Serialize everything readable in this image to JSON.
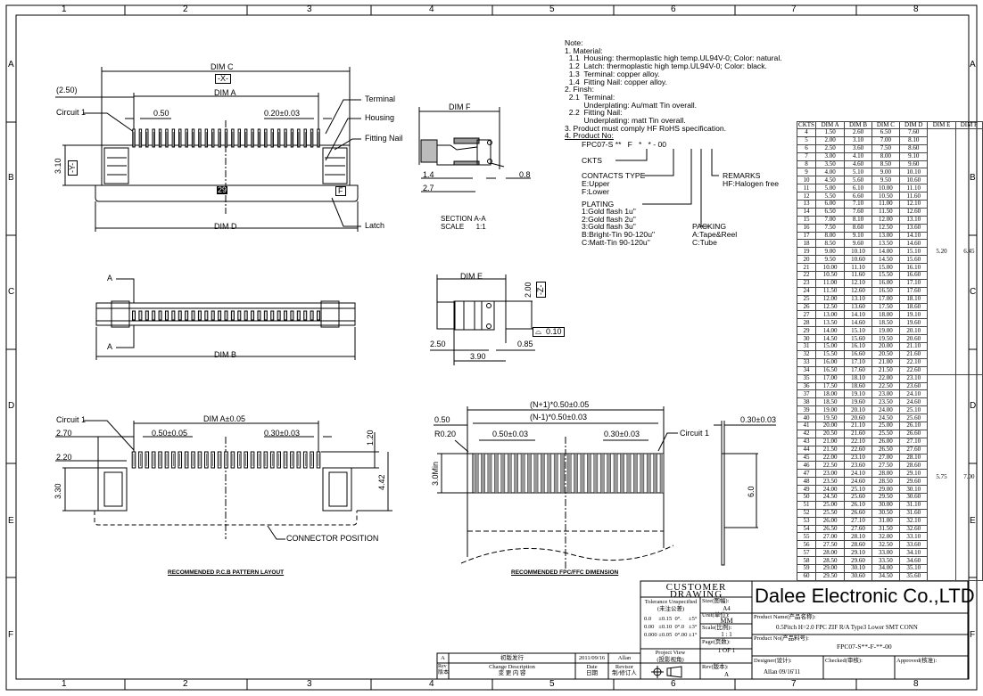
{
  "frame": {
    "columns": [
      "1",
      "2",
      "3",
      "4",
      "5",
      "6",
      "7",
      "8"
    ],
    "rows": [
      "A",
      "B",
      "C",
      "D",
      "E",
      "F"
    ]
  },
  "notes": {
    "lines": [
      "Note:",
      "1. Material:",
      "  1.1  Housing: thermoplastic high temp.UL94V-0; Color: natural.",
      "  1.2  Latch: thermoplastic high temp.UL94V-0; Color: black.",
      "  1.3  Terminal: copper alloy.",
      "  1.4  Fitting Nail: copper alloy.",
      "2. Finsh:",
      "  2.1  Terminal:",
      "         Underplating: Au/matt Tin overall.",
      "  2.2  Fitting Nail:",
      "         Underplating: matt Tin overall.",
      "3. Product must comply HF RoHS specification.",
      "4. Product No:"
    ],
    "part_code": "FPC07-S **   F   *   * - 00",
    "ckts": "CKTS",
    "contacts_type": "CONTACTS TYPE",
    "contacts_options": [
      "E:Upper",
      "F:Lower"
    ],
    "plating": "PLATING",
    "plating_options": [
      "1:Gold flash 1u\"",
      "2:Gold flash 2u\"",
      "3:Gold flash 3u\"",
      "B:Bright-Tin 90-120u\"",
      "C:Matt-Tin 90-120u\""
    ],
    "packing": "PACKING",
    "packing_options": [
      "A:Tape&Reel",
      "C:Tube"
    ],
    "remarks": "REMARKS",
    "remarks_options": [
      "HF:Halogen free"
    ]
  },
  "top_view": {
    "dim_c": "DIM C",
    "datum_x": "-X-",
    "ref_250": "(2.50)",
    "dim_a": "DIM A",
    "circuit1": "Circuit 1",
    "pitch": "0.50",
    "width": "0.20±0.03",
    "terminal": "Terminal",
    "housing": "Housing",
    "fitting_nail": "Fitting Nail",
    "latch": "Latch",
    "dim_d": "DIM D",
    "height": "3.10",
    "datum_y": "-Y-",
    "ckt_mark": "29",
    "type_mark": "F"
  },
  "section_view": {
    "dim_f": "DIM F",
    "d14": "1.4",
    "d27": "2.7",
    "d08": "0.8",
    "title": "SECTION  A-A",
    "scale": "SCALE      1:1"
  },
  "bottom_view": {
    "a_top": "A",
    "a_bottom": "A",
    "dim_b": "DIM B"
  },
  "side_view": {
    "dim_e": "DIM E",
    "d200": "2.00",
    "datum_z": "-Z-",
    "flatness": "0.10",
    "d250": "2.50",
    "d085": "0.85",
    "d390": "3.90"
  },
  "pcb_layout": {
    "circuit1": "Circuit 1",
    "dim_a": "DIM A±0.05",
    "d270": "2.70",
    "pitch": "0.50±0.05",
    "pad": "0.30±0.03",
    "d220": "2.20",
    "d120": "1.20",
    "d442": "4.42",
    "d330": "3.30",
    "connector_position": "CONNECTOR POSITION",
    "title": "RECOMMENDED P.C.B PATTERN LAYOUT"
  },
  "fpc": {
    "overall": "(N+1)*0.50±0.05",
    "span": "(N-1)*0.50±0.03",
    "edge": "0.50",
    "radius": "R0.20",
    "pitch": "0.50±0.03",
    "width": "0.30±0.03",
    "circuit1": "Circuit 1",
    "min": "3.0Min",
    "length": "6.0",
    "thickness": "0.30±0.03",
    "title": "RECOMMENDED FPC/FFC DIMENSION"
  },
  "dim_table": {
    "headers": [
      "CKTS",
      "DIM A",
      "DIM B",
      "DIM C",
      "DIM D",
      "DIM E",
      "DIM F"
    ],
    "groups": [
      {
        "from": 4,
        "to": 34,
        "dim_e": "5.20",
        "dim_f": "6.45"
      },
      {
        "from": 35,
        "to": 60,
        "dim_e": "5.75",
        "dim_f": "7.00"
      }
    ],
    "rows": [
      [
        "4",
        "1.50",
        "2.60",
        "6.50",
        "7.60"
      ],
      [
        "5",
        "2.00",
        "3.10",
        "7.00",
        "8.10"
      ],
      [
        "6",
        "2.50",
        "3.60",
        "7.50",
        "8.60"
      ],
      [
        "7",
        "3.00",
        "4.10",
        "8.00",
        "9.10"
      ],
      [
        "8",
        "3.50",
        "4.60",
        "8.50",
        "9.60"
      ],
      [
        "9",
        "4.00",
        "5.10",
        "9.00",
        "10.10"
      ],
      [
        "10",
        "4.50",
        "5.60",
        "9.50",
        "10.60"
      ],
      [
        "11",
        "5.00",
        "6.10",
        "10.00",
        "11.10"
      ],
      [
        "12",
        "5.50",
        "6.60",
        "10.50",
        "11.60"
      ],
      [
        "13",
        "6.00",
        "7.10",
        "11.00",
        "12.10"
      ],
      [
        "14",
        "6.50",
        "7.60",
        "11.50",
        "12.60"
      ],
      [
        "15",
        "7.00",
        "8.10",
        "12.00",
        "13.10"
      ],
      [
        "16",
        "7.50",
        "8.60",
        "12.50",
        "13.60"
      ],
      [
        "17",
        "8.00",
        "9.10",
        "13.00",
        "14.10"
      ],
      [
        "18",
        "8.50",
        "9.60",
        "13.50",
        "14.60"
      ],
      [
        "19",
        "9.00",
        "10.10",
        "14.00",
        "15.10"
      ],
      [
        "20",
        "9.50",
        "10.60",
        "14.50",
        "15.60"
      ],
      [
        "21",
        "10.00",
        "11.10",
        "15.00",
        "16.10"
      ],
      [
        "22",
        "10.50",
        "11.60",
        "15.50",
        "16.60"
      ],
      [
        "23",
        "11.00",
        "12.10",
        "16.00",
        "17.10"
      ],
      [
        "24",
        "11.50",
        "12.60",
        "16.50",
        "17.60"
      ],
      [
        "25",
        "12.00",
        "13.10",
        "17.00",
        "18.10"
      ],
      [
        "26",
        "12.50",
        "13.60",
        "17.50",
        "18.60"
      ],
      [
        "27",
        "13.00",
        "14.10",
        "18.00",
        "19.10"
      ],
      [
        "28",
        "13.50",
        "14.60",
        "18.50",
        "19.60"
      ],
      [
        "29",
        "14.00",
        "15.10",
        "19.00",
        "20.10"
      ],
      [
        "30",
        "14.50",
        "15.60",
        "19.50",
        "20.60"
      ],
      [
        "31",
        "15.00",
        "16.10",
        "20.00",
        "21.10"
      ],
      [
        "32",
        "15.50",
        "16.60",
        "20.50",
        "21.60"
      ],
      [
        "33",
        "16.00",
        "17.10",
        "21.00",
        "22.10"
      ],
      [
        "34",
        "16.50",
        "17.60",
        "21.50",
        "22.60"
      ],
      [
        "35",
        "17.00",
        "18.10",
        "22.00",
        "23.10"
      ],
      [
        "36",
        "17.50",
        "18.60",
        "22.50",
        "23.60"
      ],
      [
        "37",
        "18.00",
        "19.10",
        "23.00",
        "24.10"
      ],
      [
        "38",
        "18.50",
        "19.60",
        "23.50",
        "24.60"
      ],
      [
        "39",
        "19.00",
        "20.10",
        "24.00",
        "25.10"
      ],
      [
        "40",
        "19.50",
        "20.60",
        "24.50",
        "25.60"
      ],
      [
        "41",
        "20.00",
        "21.10",
        "25.00",
        "26.10"
      ],
      [
        "42",
        "20.50",
        "21.60",
        "25.50",
        "26.60"
      ],
      [
        "43",
        "21.00",
        "22.10",
        "26.00",
        "27.10"
      ],
      [
        "44",
        "21.50",
        "22.60",
        "26.50",
        "27.60"
      ],
      [
        "45",
        "22.00",
        "23.10",
        "27.00",
        "28.10"
      ],
      [
        "46",
        "22.50",
        "23.60",
        "27.50",
        "28.60"
      ],
      [
        "47",
        "23.00",
        "24.10",
        "28.00",
        "29.10"
      ],
      [
        "48",
        "23.50",
        "24.60",
        "28.50",
        "29.60"
      ],
      [
        "49",
        "24.00",
        "25.10",
        "29.00",
        "30.10"
      ],
      [
        "50",
        "24.50",
        "25.60",
        "29.50",
        "30.60"
      ],
      [
        "51",
        "25.00",
        "26.10",
        "30.00",
        "31.10"
      ],
      [
        "52",
        "25.50",
        "26.60",
        "30.50",
        "31.60"
      ],
      [
        "53",
        "26.00",
        "27.10",
        "31.00",
        "32.10"
      ],
      [
        "54",
        "26.50",
        "27.60",
        "31.50",
        "32.60"
      ],
      [
        "55",
        "27.00",
        "28.10",
        "32.00",
        "33.10"
      ],
      [
        "56",
        "27.50",
        "28.60",
        "32.50",
        "33.60"
      ],
      [
        "57",
        "28.00",
        "29.10",
        "33.00",
        "34.10"
      ],
      [
        "58",
        "28.50",
        "29.60",
        "33.50",
        "34.60"
      ],
      [
        "59",
        "29.00",
        "30.10",
        "34.00",
        "35.10"
      ],
      [
        "60",
        "29.50",
        "30.60",
        "34.50",
        "35.60"
      ]
    ]
  },
  "title_block": {
    "customer_drawing": "CUSTOMER DRAWING",
    "tolerance_title": "Tolerance Unspecified",
    "tolerance_cn": "(未注公差)",
    "tolerances": [
      "0.0     ±0.15  0°.     ±5°",
      "0.00   ±0.10  0°.0   ±3°",
      "0.000 ±0.05  0°.00 ±1°"
    ],
    "size_label": "Size(图幅):",
    "size": "A4",
    "unit_label": "Unit(单位):",
    "unit": "MM",
    "scale_label": "Scale(比例):",
    "scale": "1 : 1",
    "page_label": "Page(页数):",
    "page": "1 OF 1",
    "rev_label": "Rev(版本):",
    "rev": "A",
    "project_view": "Project View",
    "project_view_cn": "(投影视角)",
    "company": "Dalee Electronic Co.,LTD",
    "product_name_label": "Product Name(产品名称):",
    "product_name": "0.5Pitch H=2.0 FPC ZIF R/A Type3 Lower SMT CONN",
    "product_no_label": "Product No(产品料号):",
    "product_no": "FPC07-S**-F-**-00",
    "designer_label": "Designer(设计):",
    "designer": "Allan 09/16'11",
    "checked_label": "Checked(审核):",
    "approved_label": "Approved(核准):"
  },
  "revision": {
    "entry": {
      "rev": "A",
      "description": "初版发行",
      "date": "2011/09/16",
      "revisor": "Allan"
    },
    "headers": {
      "rev": "Rev",
      "rev_cn": "版本",
      "description": "Change Description",
      "description_cn": "变 更 内 容",
      "date": "Date",
      "date_cn": "日期",
      "revisor": "Revisor",
      "revisor_cn": "制/修订人"
    }
  }
}
